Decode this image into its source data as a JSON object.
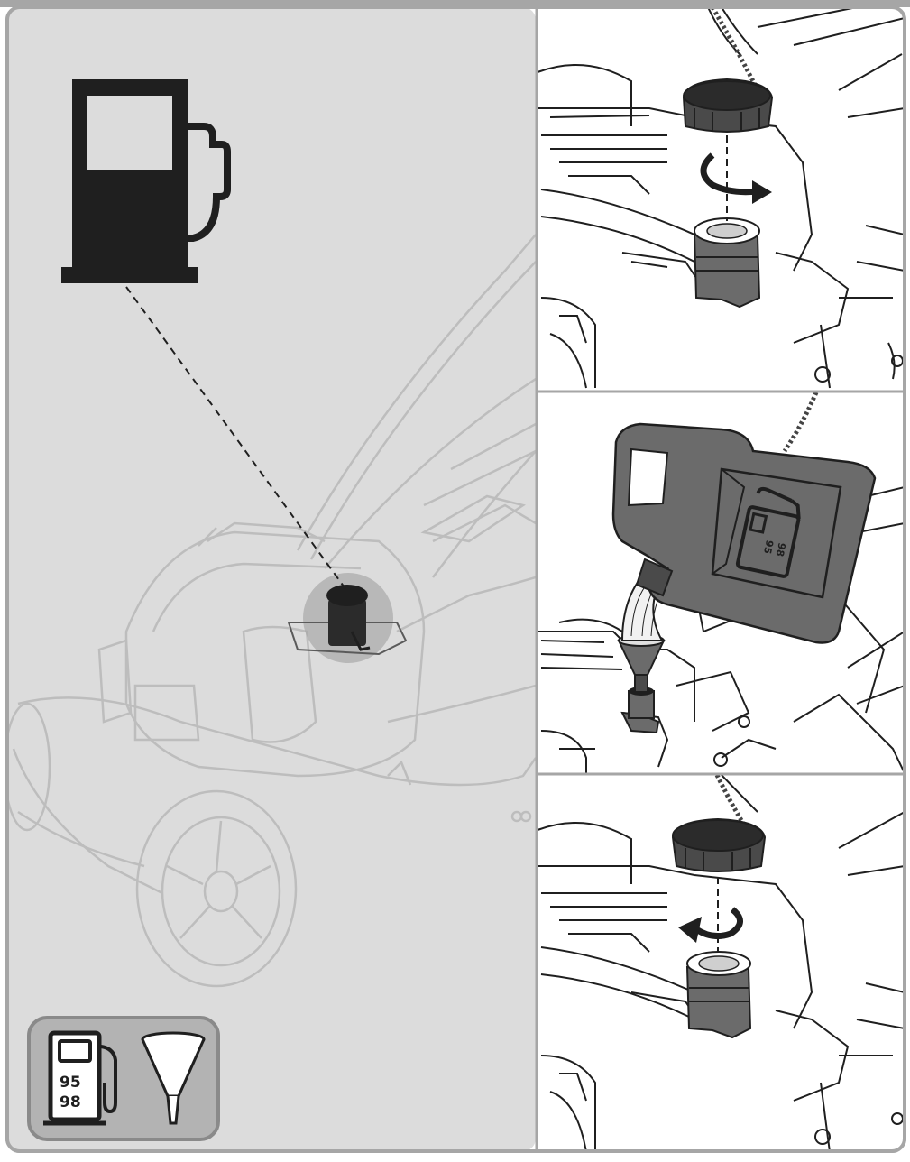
{
  "instruction_sheet": {
    "overview_panel": {
      "fuel_pump_icon": "fuel-pump-icon",
      "fuel_badge": {
        "octane_primary": "95",
        "octane_secondary": "98",
        "icons": [
          "fuel-pump-icon",
          "funnel-icon"
        ]
      }
    },
    "steps": [
      {
        "action": "open-fuel-cap",
        "arrow": "counterclockwise-arrow"
      },
      {
        "action": "pour-fuel",
        "canister_labels": [
          "95",
          "98"
        ]
      },
      {
        "action": "close-fuel-cap",
        "arrow": "clockwise-arrow"
      }
    ],
    "colors": {
      "panel_background": "#dcdcdc",
      "frame_border": "#a6a6a6",
      "icon_dark": "#1f1f1f",
      "part_gray": "#6b6b6b",
      "line_art": "#cfcfcf"
    }
  }
}
